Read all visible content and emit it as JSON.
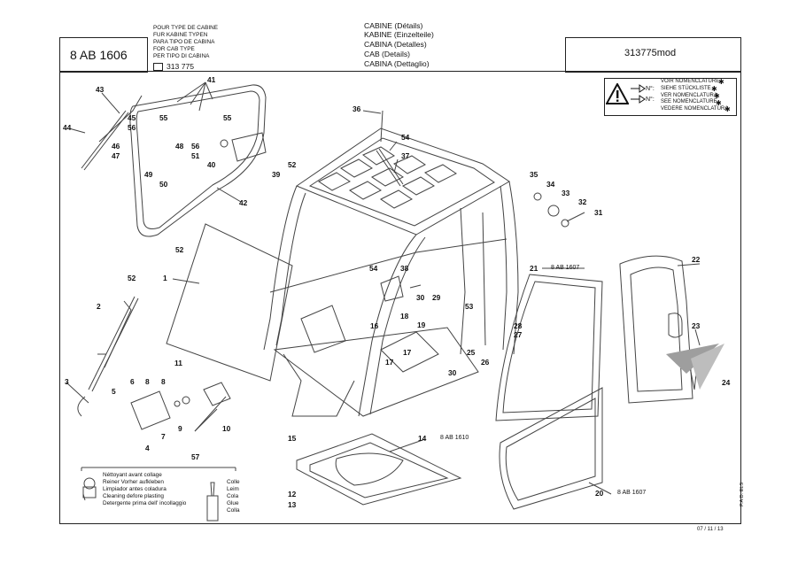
{
  "header": {
    "left_code": "8 AB 1606",
    "type_labels": [
      "POUR TYPE DE CABINE",
      "FUR KABINE TYPEN",
      "PARA TIPO DE CABINA",
      "FOR CAB TYPE",
      "PER TIPO DI CABINA"
    ],
    "type_value": "313 775",
    "title_lines": [
      "CABINE (Détails)",
      "KABINE (Einzelteile)",
      "CABINA (Detalles)",
      "CAB (Details)",
      "CABINA (Dettaglio)"
    ],
    "right_code": "313775mod"
  },
  "warning": {
    "n_label_1": "N°:",
    "n_label_2": "N°:",
    "lines": [
      "VOIR NOMENCLATURE",
      "SIEHE STÜCKLISTE",
      "VER NOMENCLATURA",
      "SEE NOMENCLATURE",
      "VEDERE NOMENCLATURA"
    ],
    "star": "✱"
  },
  "callouts": {
    "c1": "1",
    "c2": "2",
    "c3": "3",
    "c4": "4",
    "c5": "5",
    "c6": "6",
    "c7": "7",
    "c8": "8",
    "c9": "9",
    "c10": "10",
    "c11": "11",
    "c12": "12",
    "c13": "13",
    "c14": "14",
    "c15": "15",
    "c16": "16",
    "c17a": "17",
    "c17b": "17",
    "c18": "18",
    "c19": "19",
    "c20": "20",
    "c21": "21",
    "c22": "22",
    "c23": "23",
    "c24": "24",
    "c25": "25",
    "c26": "26",
    "c27": "27",
    "c28": "28",
    "c29": "29",
    "c30a": "30",
    "c30b": "30",
    "c31": "31",
    "c32": "32",
    "c33": "33",
    "c34": "34",
    "c35": "35",
    "c36": "36",
    "c37": "37",
    "c38": "38",
    "c39": "39",
    "c40": "40",
    "c41": "41",
    "c42": "42",
    "c43": "43",
    "c44": "44",
    "c45": "45",
    "c46": "46",
    "c47": "47",
    "c48": "48",
    "c49": "49",
    "c50": "50",
    "c51": "51",
    "c52a": "52",
    "c52b": "52",
    "c52c": "52",
    "c53": "53",
    "c54a": "54",
    "c54b": "54",
    "c55a": "55",
    "c55b": "55",
    "c56a": "56",
    "c56b": "56",
    "c57": "57"
  },
  "refs": {
    "r14": "8 AB 1610",
    "r20": "8 AB 1607",
    "r21": "8 AB 1607"
  },
  "legend57": {
    "left_lines": [
      "Néttoyant avant collage",
      "Reiner Vorher aufkleben",
      "Limpiador antes coladura",
      "Cleaning defore plasting",
      "Detergente prima dell' incollaggio"
    ],
    "right_lines": [
      "Colle",
      "Leim",
      "Cola",
      "Glue",
      "Colla"
    ]
  },
  "footer": {
    "date": "07 / 11 / 13",
    "side_code": "P.A.D. ELS"
  }
}
